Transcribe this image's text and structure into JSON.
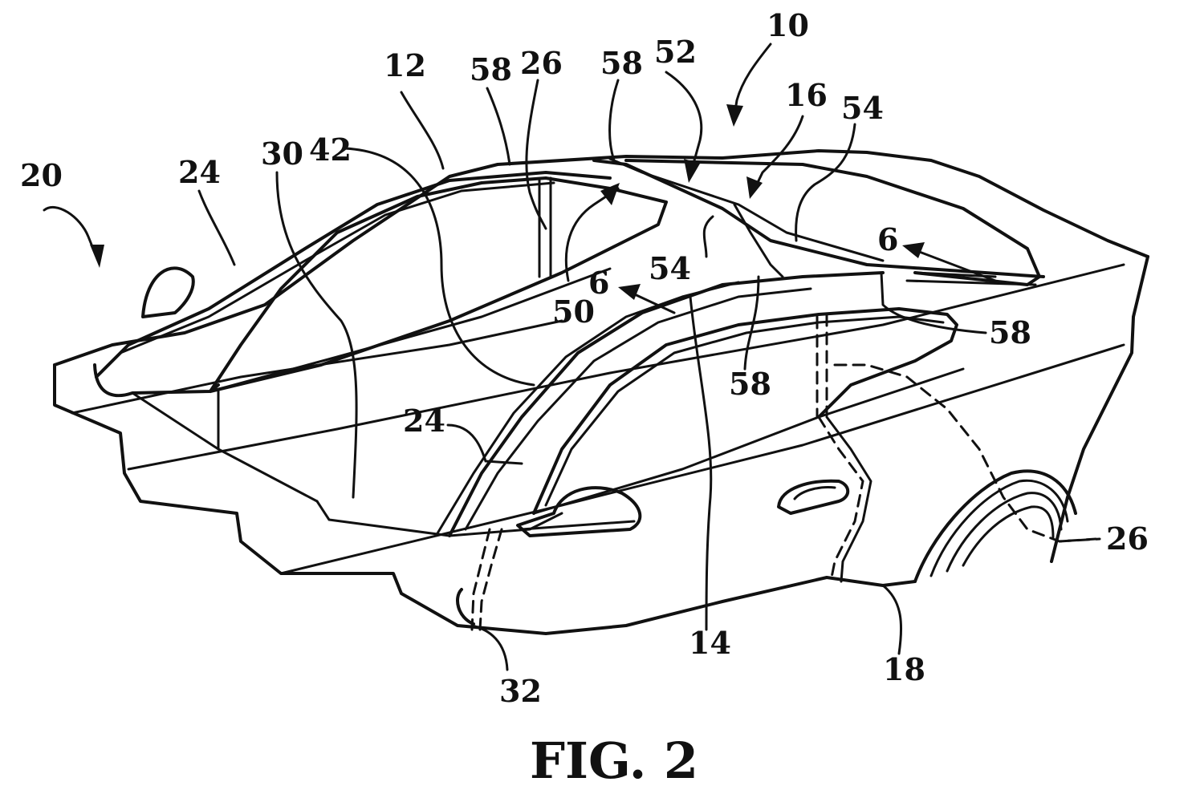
{
  "figure": {
    "caption": "FIG. 2",
    "ref_numerals": {
      "r10": "10",
      "r12": "12",
      "r14": "14",
      "r16": "16",
      "r18": "18",
      "r20": "20",
      "r24a": "24",
      "r24b": "24",
      "r26a": "26",
      "r26b": "26",
      "r30": "30",
      "r32": "32",
      "r42": "42",
      "r50": "50",
      "r52": "52",
      "r54a": "54",
      "r54b": "54",
      "r58a": "58",
      "r58b": "58",
      "r58c": "58",
      "r58d": "58",
      "r6a": "6",
      "r6b": "6"
    }
  }
}
